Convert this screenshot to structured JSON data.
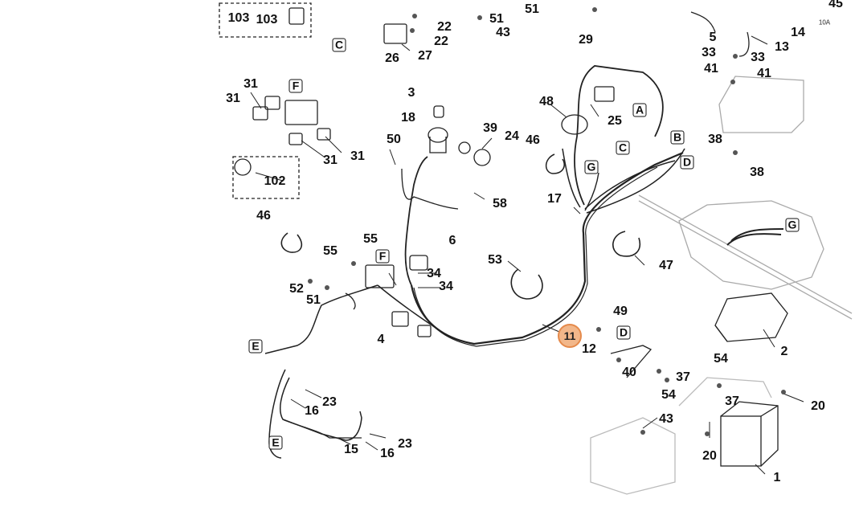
{
  "callouts": [
    "103",
    "103",
    "22",
    "22",
    "27",
    "26",
    "51",
    "51",
    "43",
    "29",
    "5",
    "33",
    "33",
    "41",
    "41",
    "13",
    "14",
    "45",
    "31",
    "31",
    "31",
    "31",
    "102",
    "3",
    "18",
    "39",
    "24",
    "50",
    "58",
    "48",
    "25",
    "46",
    "17",
    "38",
    "38",
    "46",
    "55",
    "55",
    "6",
    "34",
    "34",
    "53",
    "47",
    "52",
    "51",
    "4",
    "2",
    "49",
    "12",
    "40",
    "37",
    "54",
    "54",
    "37",
    "20",
    "20",
    "43",
    "1",
    "23",
    "16",
    "23",
    "16",
    "15"
  ],
  "highlighted_callout": "11",
  "connector_markers": [
    "C",
    "F",
    "A",
    "B",
    "C",
    "D",
    "G",
    "F",
    "E",
    "D",
    "G",
    "E"
  ],
  "fuse_text": "10A",
  "colors": {
    "highlight_fill": "#f2b78a",
    "highlight_border": "#e58a4b",
    "line": "#222222"
  }
}
